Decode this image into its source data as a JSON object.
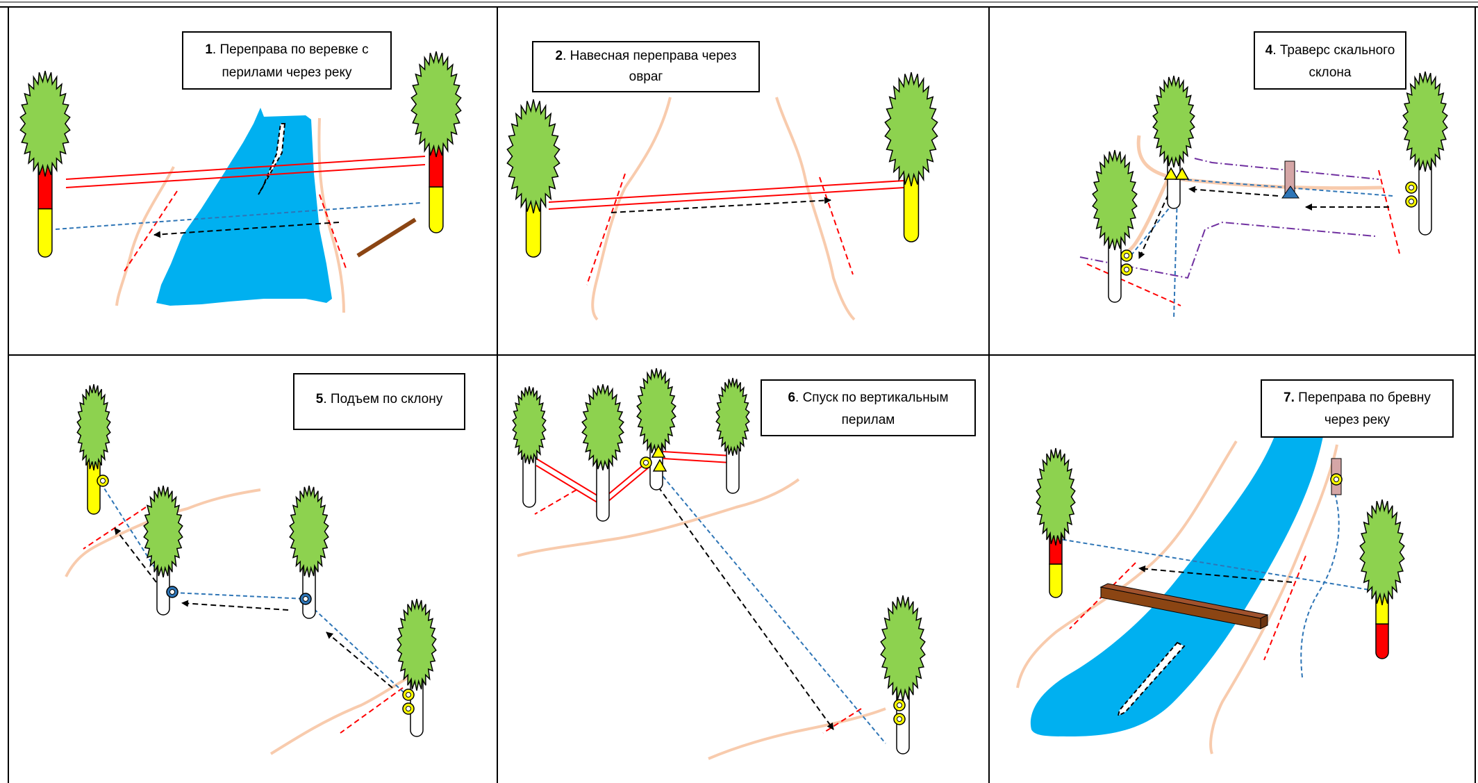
{
  "colors": {
    "tree_crown": "#8dd24f",
    "trunk_red": "#ff0000",
    "trunk_yellow": "#ffff00",
    "water": "#00b0f0",
    "bank": "#f8cbad",
    "log": "#8b4513",
    "rope_red": "#ff0000",
    "rope_blue": "#2e75b6",
    "arrow_black": "#000000",
    "boundary_red": "#ff0000",
    "safety_purple": "#7030a0",
    "post_pink": "#d5a6a6"
  },
  "panels": [
    {
      "id": "p1",
      "number": "1",
      "title_line1": ". Переправа по веревке с",
      "title_line2": "перилами через реку"
    },
    {
      "id": "p2",
      "number": "2",
      "title_line1": ". Навесная переправа через",
      "title_line2": "овраг"
    },
    {
      "id": "p4",
      "number": "4",
      "title_line1": ". Траверс скального",
      "title_line2": "склона"
    },
    {
      "id": "p5",
      "number": "5",
      "title_line1": ". Подъем по склону",
      "title_line2": ""
    },
    {
      "id": "p6",
      "number": "6",
      "title_line1": ". Спуск по вертикальным",
      "title_line2": "перилам"
    },
    {
      "id": "p7",
      "number": "7.",
      "title_line1": " Переправа по бревну",
      "title_line2": "через реку"
    }
  ],
  "legend_icons": [
    "tree-icon",
    "carabiner-icon",
    "belay-triangle-icon",
    "log-icon",
    "post-icon"
  ]
}
